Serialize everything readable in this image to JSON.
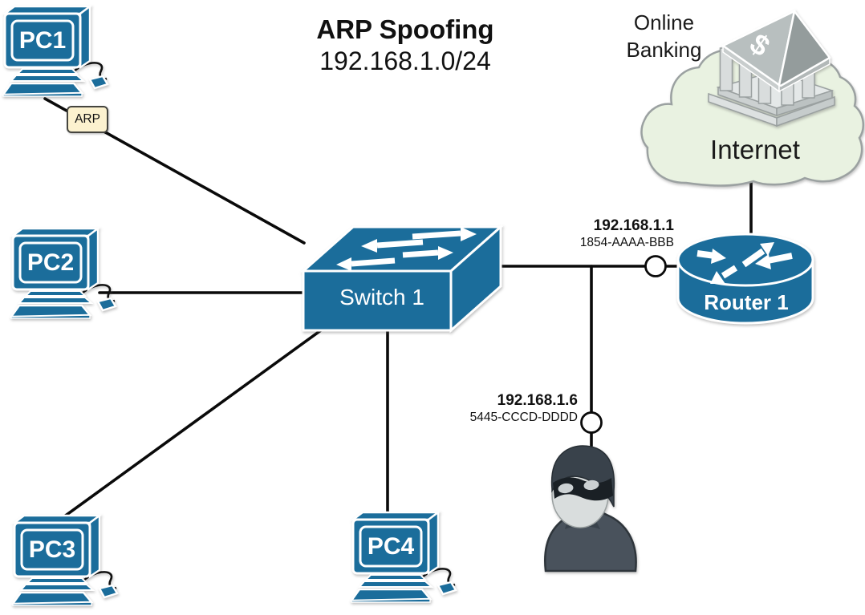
{
  "title": {
    "line1": "ARP Spoofing",
    "line2": "192.168.1.0/24"
  },
  "annotations": {
    "arp_packet": "ARP",
    "online_banking_line1": "Online",
    "online_banking_line2": "Banking"
  },
  "nodes": {
    "pcs": [
      {
        "label": "PC1"
      },
      {
        "label": "PC2"
      },
      {
        "label": "PC3"
      },
      {
        "label": "PC4"
      }
    ],
    "switch": {
      "label": "Switch 1"
    },
    "router": {
      "label": "Router 1",
      "ip": "192.168.1.1",
      "mac": "1854-AAAA-BBB"
    },
    "attacker": {
      "ip": "192.168.1.6",
      "mac": "5445-CCCD-DDDD"
    },
    "internet": {
      "label": "Internet"
    },
    "bank": {
      "symbol": "$"
    }
  },
  "colors": {
    "device_blue": "#1b6d9b",
    "cloud_fill": "#e9f2e1",
    "cloud_stroke": "#9ba1a1",
    "arp_note_fill": "#fcf2cf",
    "link_line": "#0a0a0a",
    "bank_roof_light": "#b8bfbf",
    "bank_roof_dark": "#949c9c",
    "bank_column": "#d9dddd",
    "attacker_body": "#49525c",
    "attacker_face": "#d9dddd"
  }
}
